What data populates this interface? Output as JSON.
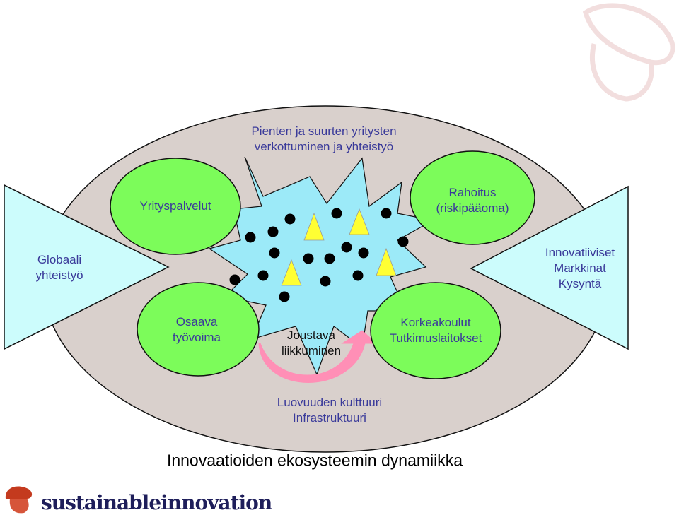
{
  "header": {
    "lines": [
      "Pienten ja suurten yritysten",
      "verkottuminen ja yhteistyö"
    ]
  },
  "nodes": {
    "yrityspalvelut": {
      "lines": [
        "Yrityspalvelut"
      ]
    },
    "rahoitus": {
      "lines": [
        "Rahoitus",
        "(riskipääoma)"
      ]
    },
    "osaava": {
      "lines": [
        "Osaava",
        "työvoima"
      ]
    },
    "korkeakoulut": {
      "lines": [
        "Korkeakoulut",
        "Tutkimuslaitokset"
      ]
    }
  },
  "left_triangle": {
    "lines": [
      "Globaali",
      "yhteistyö"
    ]
  },
  "right_triangle": {
    "lines": [
      "Innovatiiviset",
      "Markkinat",
      "Kysyntä"
    ]
  },
  "center": {
    "lines": [
      "Joustava",
      "liikkuminen"
    ]
  },
  "bottom": {
    "lines": [
      "Luovuuden kulttuuri",
      "Infrastruktuuri"
    ]
  },
  "title": "Innovaatioiden ekosysteemin dynamiikka",
  "brand": "sustainableinnovation",
  "colors": {
    "oval_fill": "#d9d0cc",
    "node_fill": "#7cfc5a",
    "triangle_fill": "#ccfcfc",
    "star_fill": "#9ceaf8",
    "arrow_fill": "#ff8fb6",
    "text_blue": "#3a3a9a",
    "acorn_logo": "#c43a1e"
  },
  "icons": [
    "acorn-logo-icon",
    "acorn-watermark-icon"
  ]
}
